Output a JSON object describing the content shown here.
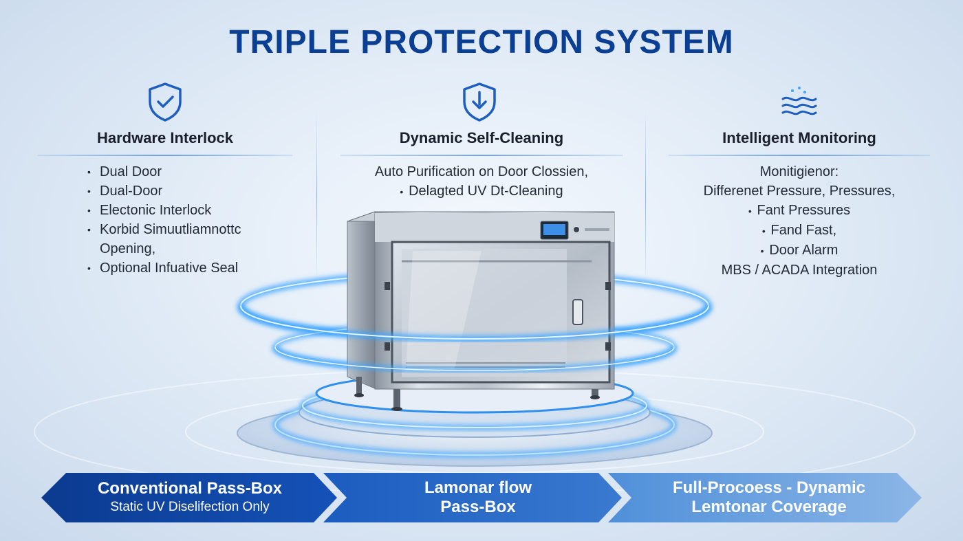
{
  "title": "TRIPLE PROTECTION SYSTEM",
  "columns": [
    {
      "icon": "shield-check-icon",
      "title": "Hardware Interlock",
      "items": [
        "Dual Door",
        "Dual-Door",
        "Electonic Interlock",
        "Korbid Simuutliamnottc",
        "Opening,",
        "Optional Infuative Seal"
      ]
    },
    {
      "icon": "shield-down-arrow-icon",
      "title": "Dynamic Self-Cleaning",
      "items": [
        "Auto Purification on Door Clossien,",
        "Delagted UV Dt-Cleaning"
      ]
    },
    {
      "icon": "airflow-waves-icon",
      "title": "Intelligent Monitoring",
      "items": [
        "Monitigienor:",
        "Differenet Pressure, Pressures,",
        "Fant Pressures",
        "Fand Fast,",
        "Door Alarm",
        "MBS / ACADA Integration"
      ]
    }
  ],
  "bottom": [
    {
      "line1": "Conventional Pass-Box",
      "line2": "Static UV Diselifection Only"
    },
    {
      "line1": "Lamonar flow",
      "line2": "Pass-Box"
    },
    {
      "line1": "Full-Procoess - Dynamic",
      "line2": "Lemtonar Coverage"
    }
  ],
  "colors": {
    "title": "#0b3f93",
    "arrow_dark": "#0f47a8",
    "arrow_mid": "#2467c4",
    "arrow_light": "#6aa0df",
    "glow": "#3ea4ff"
  }
}
